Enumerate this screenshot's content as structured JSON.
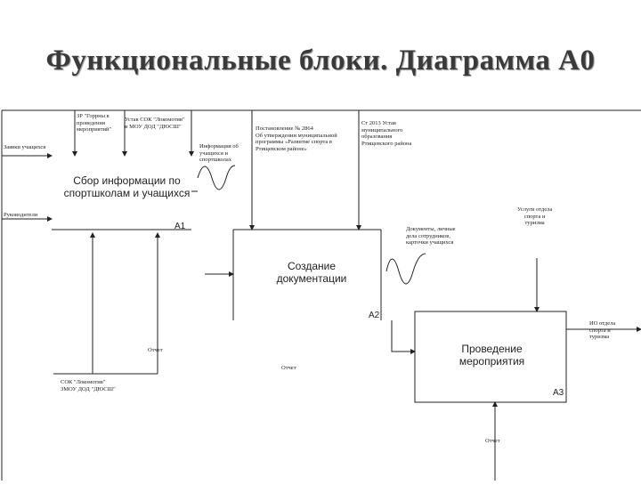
{
  "slide": {
    "title": "Функциональные блоки. Диаграмма А0"
  },
  "diagram": {
    "blocks": [
      {
        "id": "A1",
        "title": "Сбор информации по\nспортшколам и учащихся"
      },
      {
        "id": "A2",
        "title": "Создание\nдокументации"
      },
      {
        "id": "A3",
        "title": "Проведение\nмероприятия"
      }
    ],
    "labels": {
      "plan": "ЗР \"Горрны в\nпроведения\nмероприятий\"",
      "ustav": "Устав СОК \"Локомотив\"\nи МОУ ДОД \"ДЮСШ\"",
      "postanovlenie": "Постановление № 2864\nОб утверждении муниципальной\nпрограммы «Развитие спорта в\nРтищевском районе»",
      "st2013": "Ст 2013 Устав\nмуниципального\nобразования\nРтищевского района",
      "zayavki": "Заявки учащихся",
      "info": "Информация об\nучащихся и\nспортшколах",
      "rukovoditeli": "Руководители",
      "documents": "Документы, личные\nдела сотрудников,\nкарточки учащихся",
      "uslugi": "Услуги отдела\nспорта и\nтуризма",
      "io_otdel": "ИО отдела\nспорта и\nтуризма",
      "otchet_a1": "Отчет",
      "otchet_a2": "Отчет",
      "otchet_a3": "Отчет",
      "sok": "СОК \"Локомотив\"\nЗМОУ ДОД \"ДЮСШ\""
    }
  }
}
